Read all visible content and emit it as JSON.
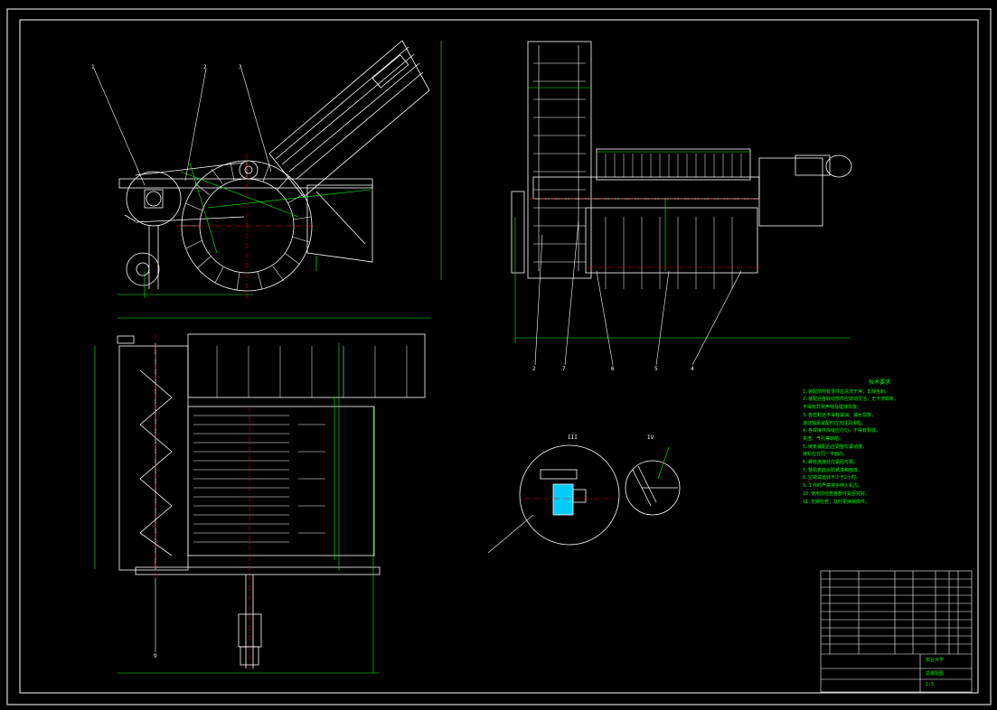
{
  "colors": {
    "background": "#000000",
    "frame": "#ffffff",
    "dimension": "#00ff00",
    "centerline": "#ff0000",
    "balloon": "#ffffff"
  },
  "balloons": {
    "front_view": [
      "1",
      "2",
      "3"
    ],
    "side_view": [
      "2",
      "7",
      "6",
      "5",
      "4"
    ],
    "top_view": [
      "9"
    ],
    "detail": [
      "III",
      "IV"
    ]
  },
  "notes": {
    "title": "技术要求",
    "lines": [
      "1.装配前所有零件应清洗干净，去除毛刺。",
      "2.装配后各转动部件应转动灵活，无卡滞现象，",
      "不得有异常声响及碰撞现象。",
      "3.各密封处不得有漏油、漏水现象，",
      "滚动轴承装配时应加注润滑脂。",
      "4.各焊接件焊缝应均匀，不得有裂纹、",
      "夹渣、气孔等缺陷。",
      "5.链条装配后应调整松紧适度，",
      "链轮应在同一平面内。",
      "6.螺栓连接处应紧固可靠。",
      "7.整机表面涂防锈漆和面漆。",
      "8.空载试运转不少于2小时。",
      "9.工作时严禁将手伸入机内。",
      "10.使用前检查各部件是否完好。",
      "11.定期检查，及时更换易损件。"
    ]
  },
  "title_block": {
    "drawing_name": "总装配图",
    "school": "农业大学",
    "scale": "1:5"
  }
}
